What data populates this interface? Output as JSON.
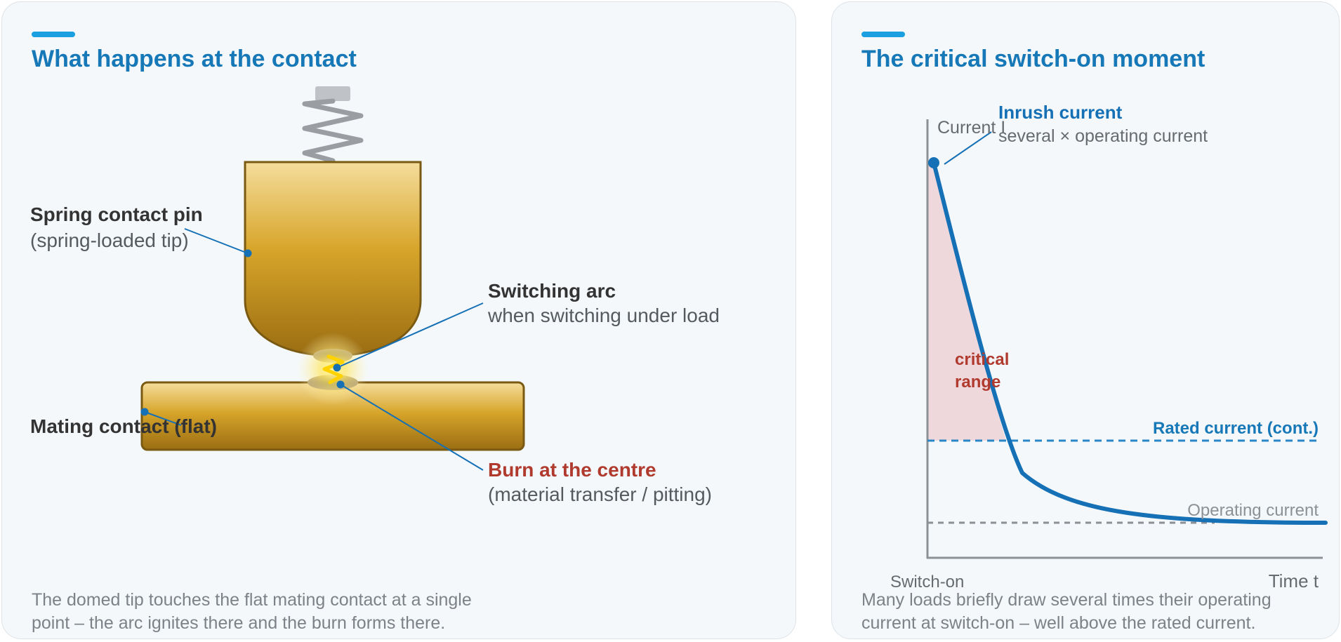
{
  "colors": {
    "accent": "#1aa0e0",
    "title": "#1778b8",
    "curve": "#1570b5",
    "critical": "#b03a2e",
    "gold": "#d4a62a",
    "panel_bg": "#f4f8fb"
  },
  "left": {
    "title": "What happens at the contact",
    "labels": {
      "pin_title": "Spring contact pin",
      "pin_sub": "(spring-loaded tip)",
      "arc_title": "Switching arc",
      "arc_sub": "when switching under load",
      "mating_title": "Mating contact (flat)",
      "burn_title": "Burn at the centre",
      "burn_sub": "(material transfer / pitting)"
    },
    "caption": [
      "The domed tip touches the flat mating contact at a single",
      "point – the arc ignites there and the burn forms there."
    ]
  },
  "right": {
    "title": "The critical switch-on moment",
    "axes": {
      "y_label": "Current I",
      "x_label": "Time t",
      "x_origin_label": "Switch-on"
    },
    "annotations": {
      "inrush_title": "Inrush current",
      "inrush_sub": "several × operating current",
      "critical_line1": "critical",
      "critical_line2": "range",
      "rated": "Rated current (cont.)",
      "operating": "Operating current"
    },
    "caption": [
      "Many loads briefly draw several times their operating",
      "current at switch-on – well above the rated current."
    ]
  }
}
